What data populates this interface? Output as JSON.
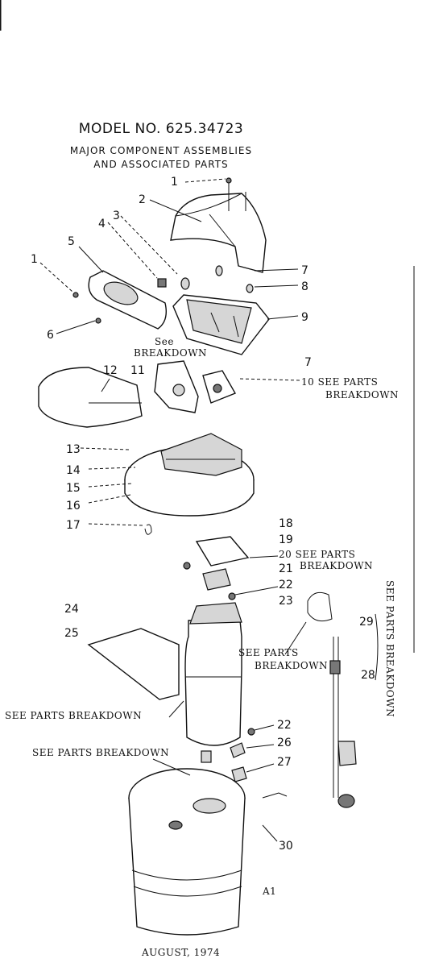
{
  "title": "MODEL NO. 625.34723",
  "subtitle_line1": "MAJOR COMPONENT ASSEMBLIES",
  "subtitle_line2": "AND ASSOCIATED PARTS",
  "callouts": {
    "c1a": "1",
    "c2": "2",
    "c3": "3",
    "c4": "4",
    "c5": "5",
    "c1b": "1",
    "c6": "6",
    "c7a": "7",
    "c8": "8",
    "c9": "9",
    "c7b": "7",
    "c10": "10 SEE PARTS",
    "c10b": "BREAKDOWN",
    "c11": "11",
    "c12": "12",
    "c13": "13",
    "c14": "14",
    "c15": "15",
    "c16": "16",
    "c17": "17",
    "c18": "18",
    "c19": "19",
    "c20": "20 SEE PARTS",
    "c20b": "BREAKDOWN",
    "c21": "21",
    "c22a": "22",
    "c23": "23",
    "c24": "24",
    "c25": "25",
    "c29": "29",
    "c28": "28",
    "c22b": "22",
    "c26": "26",
    "c27": "27",
    "c30": "30"
  },
  "see_breakdown_1": "See",
  "see_breakdown_2": "BREAKDOWN",
  "see_parts_mid_1": "SEE PARTS",
  "see_parts_mid_2": "BREAKDOWN",
  "see_parts_left": "SEE PARTS BREAKDOWN",
  "see_parts_bottom": "SEE PARTS BREAKDOWN",
  "see_parts_vertical": "SEE PARTS BREAKDOWN",
  "page_code": "A1",
  "date": "AUGUST, 1974"
}
